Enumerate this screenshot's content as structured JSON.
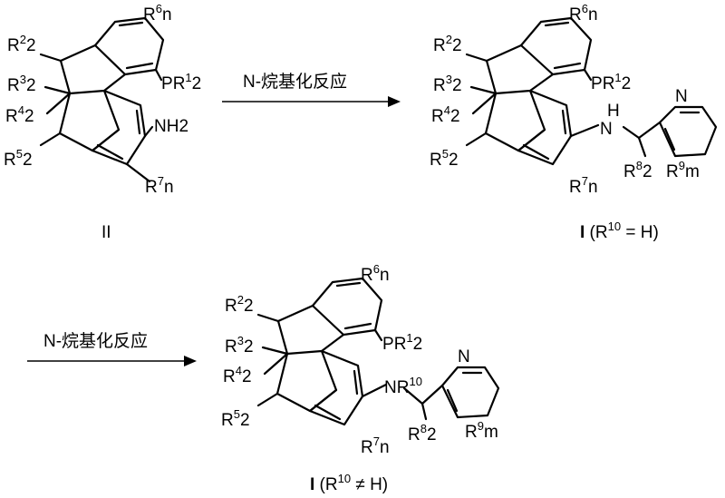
{
  "scheme": {
    "step1_reagent": "N-烷基化反应",
    "step2_reagent": "N-烷基化反应",
    "compound_II_label": "II",
    "compound_I_h": {
      "bold": "I",
      "rest": " (R",
      "sup": "10",
      "tail": " = H)"
    },
    "compound_I_alkyl": {
      "bold": "I",
      "rest": " (R",
      "sup": "10",
      "tail": " ≠ H)"
    },
    "atoms": {
      "R": "R",
      "P": "P",
      "N": "N",
      "H": "H",
      "NH2": "NH",
      "s1": "1",
      "s2": "2",
      "s3": "3",
      "s4": "4",
      "s5": "5",
      "s6": "6",
      "s7": "7",
      "s8": "8",
      "s9": "9",
      "s10": "10",
      "sub2": "2",
      "subn": "n",
      "subm": "m"
    }
  }
}
